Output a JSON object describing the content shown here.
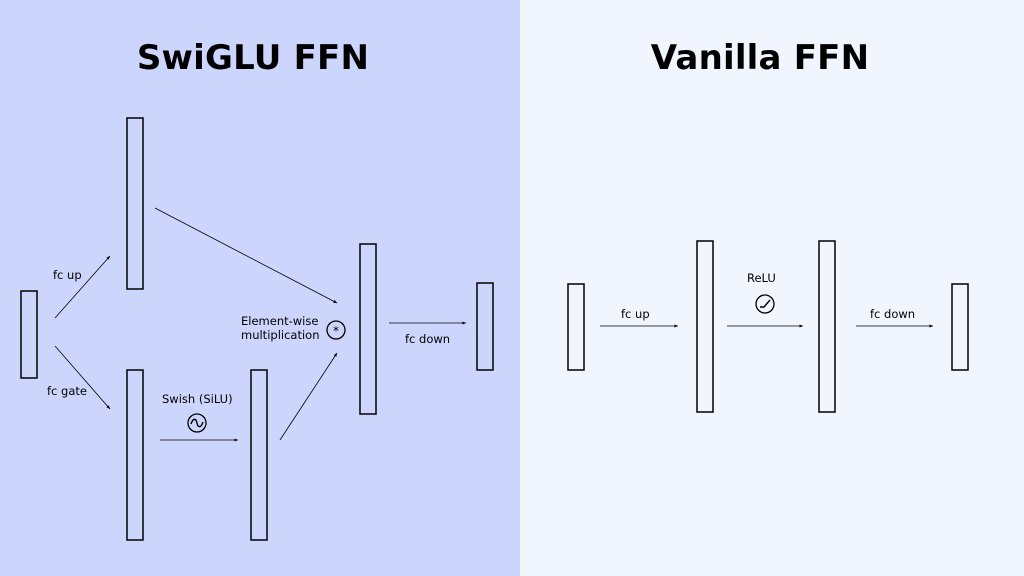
{
  "colors": {
    "swiglu_bg": "#ccd6fc",
    "vanilla_bg": "#f1f5fe",
    "stroke": "#000000"
  },
  "swiglu": {
    "title": "SwiGLU FFN",
    "labels": {
      "fc_up": "fc up",
      "fc_gate": "fc gate",
      "swish": "Swish (SiLU)",
      "elementwise_1": "Element-wise",
      "elementwise_2": "multiplication",
      "fc_down": "fc down",
      "multiply_symbol": "*"
    },
    "icons": {
      "swish": "sine-wave-icon",
      "multiply": "asterisk-circle-icon"
    }
  },
  "vanilla": {
    "title": "Vanilla FFN",
    "labels": {
      "fc_up": "fc up",
      "relu": "ReLU",
      "fc_down": "fc down"
    },
    "icons": {
      "relu": "relu-curve-icon"
    }
  }
}
